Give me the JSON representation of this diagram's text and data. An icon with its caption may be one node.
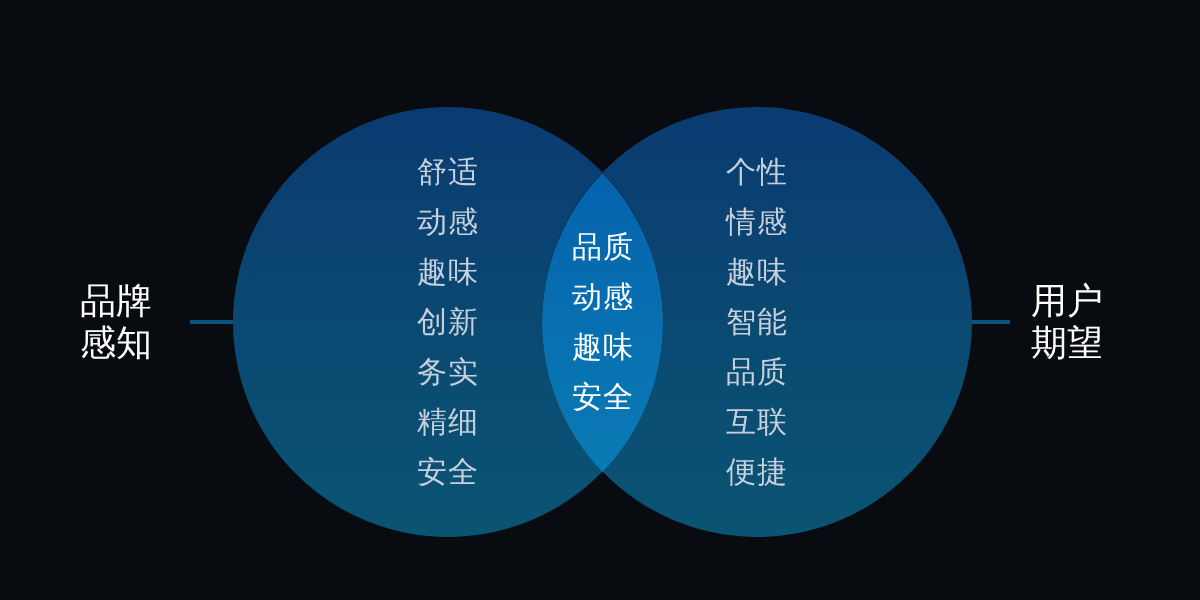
{
  "diagram": {
    "nodes": [
      {
        "text": [
          "品牌感知"
        ]
      },
      {
        "text": [
          "舒适",
          "动感",
          "趣味",
          "创新",
          "务实",
          "精细",
          "安全"
        ]
      },
      {
        "text": [
          "品质",
          "动感",
          "趣味",
          "安全"
        ]
      },
      {
        "text": [
          "个性",
          "情感",
          "趣味",
          "智能",
          "品质",
          "互联",
          "便捷"
        ]
      },
      {
        "text": [
          "用户期望"
        ]
      }
    ],
    "edges": [
      {
        "from": 0,
        "to": 1,
        "arrow": "none"
      },
      {
        "from": 3,
        "to": 4,
        "arrow": "none"
      }
    ]
  }
}
